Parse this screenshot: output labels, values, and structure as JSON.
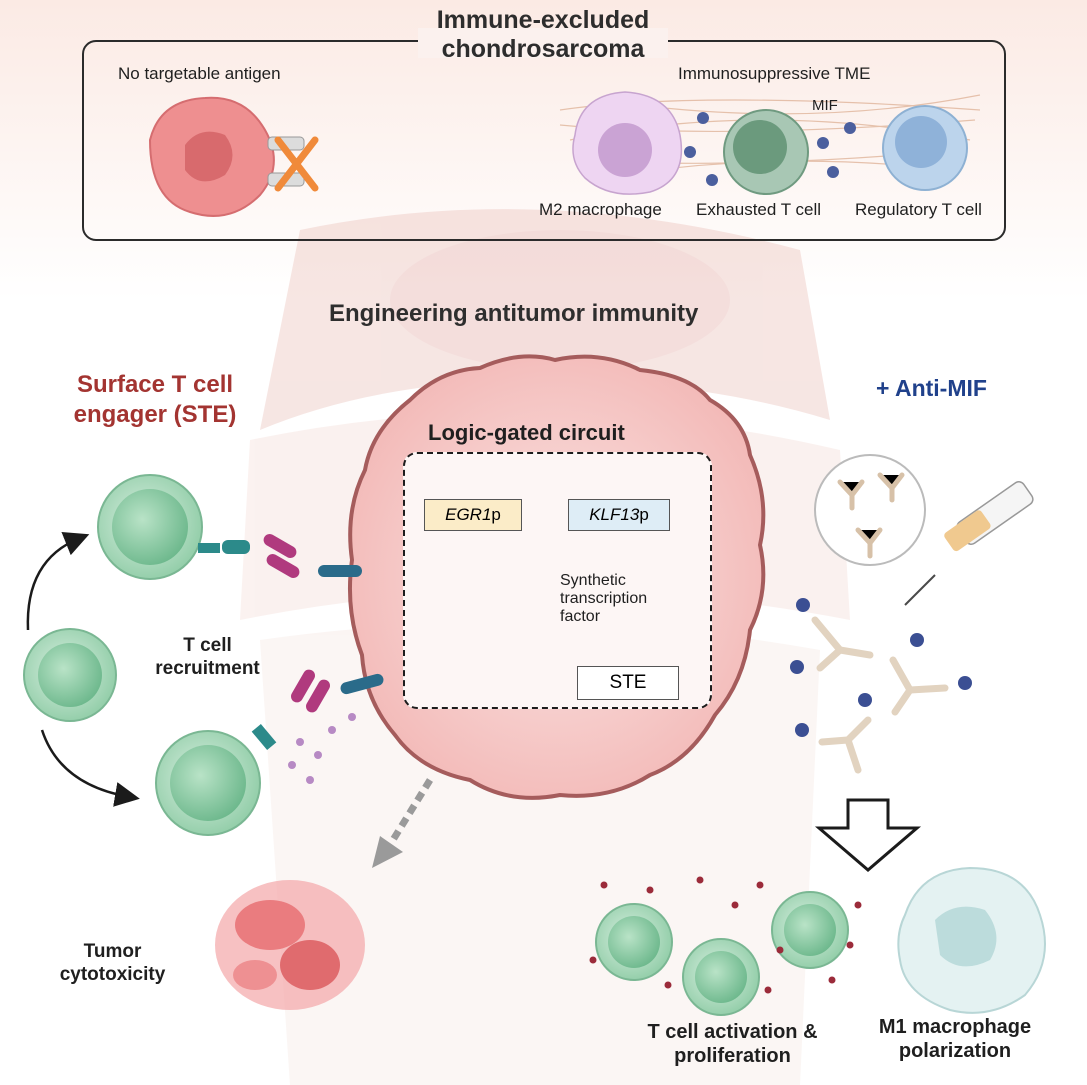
{
  "top_panel": {
    "title": "Immune-excluded chondrosarcoma",
    "left_label": "No targetable antigen",
    "right_label": "Immunosuppressive TME",
    "mif_label": "MIF",
    "cells": [
      "M2 macrophage",
      "Exhausted T cell",
      "Regulatory T cell"
    ]
  },
  "main_title": "Engineering antitumor immunity",
  "left_side": {
    "ste_title": "Surface T cell engager (STE)",
    "recruitment": "T cell recruitment",
    "cytotoxicity": "Tumor cytotoxicity"
  },
  "circuit": {
    "title": "Logic-gated circuit",
    "promoter1": "EGR1",
    "promoter2": "KLF13",
    "promoter_suffix": "p",
    "tf_label": "Synthetic transcription factor",
    "output": "STE"
  },
  "right_side": {
    "treatment": "+ Anti-MIF",
    "activation": "T cell activation & proliferation",
    "polarization": "M1 macrophage polarization"
  },
  "colors": {
    "tumor_red": "#e9797b",
    "t_cell_green": "#9fd3b1",
    "title_red": "#a33431",
    "title_blue": "#20418b",
    "mif_blue": "#3b4f93",
    "antibody_beige": "#e8d9c6"
  }
}
